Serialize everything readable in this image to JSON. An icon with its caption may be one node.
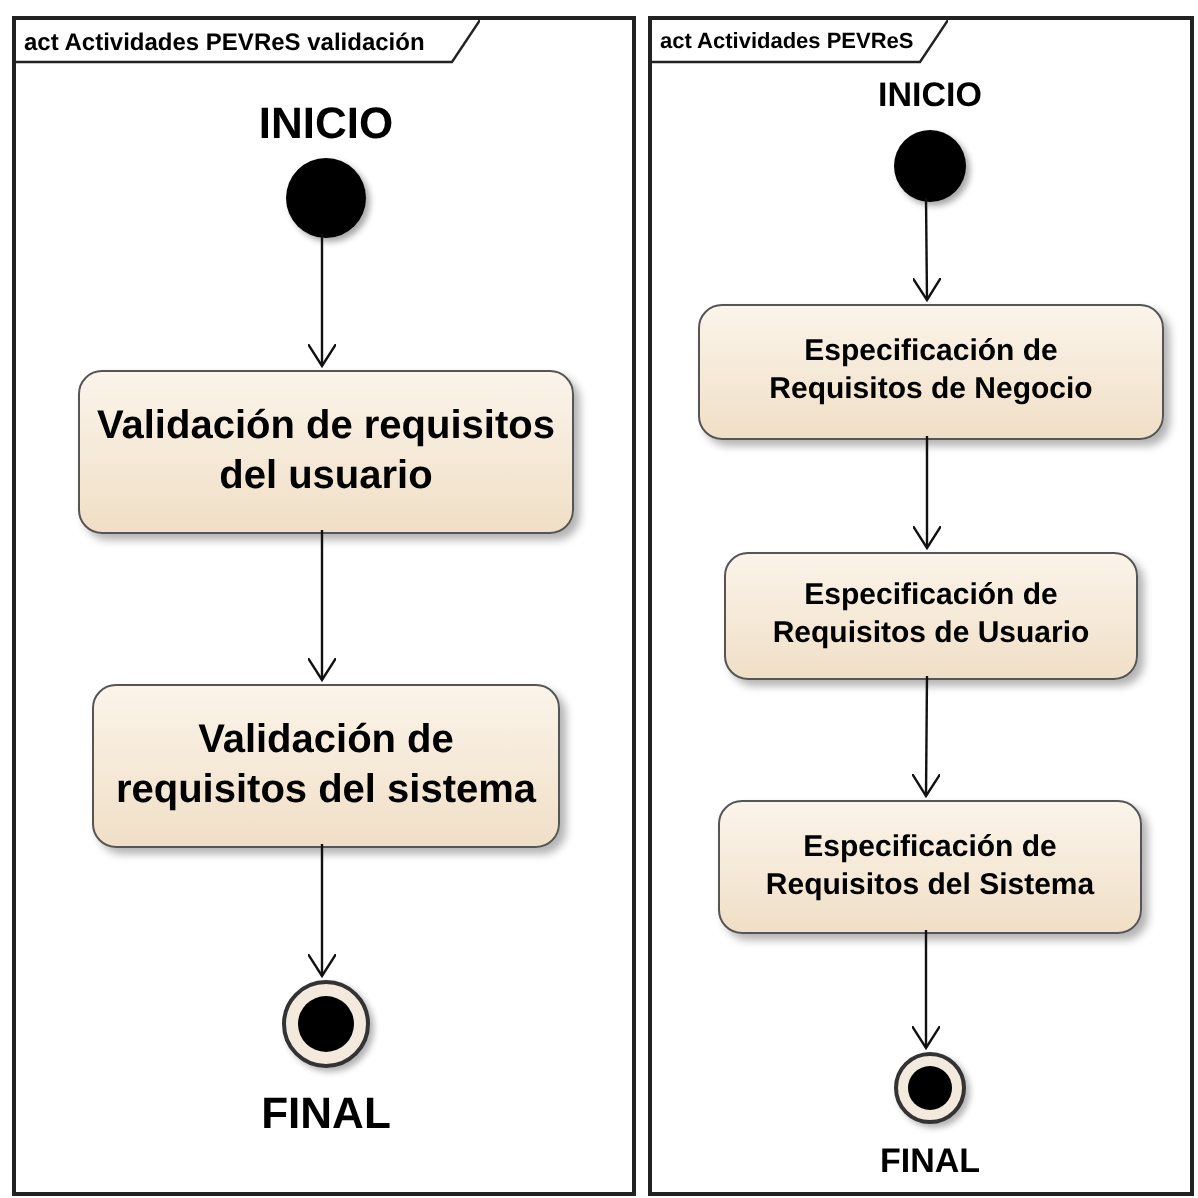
{
  "diagram": {
    "nodes": [
      {
        "text": [
          "act Actividades PEVReS validación"
        ]
      },
      {
        "text": [],
        "shape": "circle",
        "in": 0,
        "beside": [
          "INICIO"
        ]
      },
      {
        "text": [
          "Validación de requisitos del usuario"
        ],
        "in": 0
      },
      {
        "text": [
          "Validación de requisitos del sistema"
        ],
        "in": 0
      },
      {
        "text": [],
        "shape": "circle",
        "in": 0,
        "beside": [
          "FINAL"
        ]
      },
      {
        "text": [
          "act Actividades PEVReS"
        ]
      },
      {
        "text": [],
        "shape": "circle",
        "in": 5,
        "beside": [
          "INICIO"
        ]
      },
      {
        "text": [
          "Especificación de Requisitos de Negocio"
        ],
        "in": 5
      },
      {
        "text": [
          "Especificación de Requisitos de Usuario"
        ],
        "in": 5
      },
      {
        "text": [
          "Especificación de Requisitos del Sistema"
        ],
        "in": 5
      },
      {
        "text": [],
        "shape": "circle",
        "in": 5,
        "beside": [
          "FINAL"
        ]
      }
    ],
    "edges": [
      {
        "from": 1,
        "to": 2,
        "arrow": "to"
      },
      {
        "from": 2,
        "to": 3,
        "arrow": "to"
      },
      {
        "from": 3,
        "to": 4,
        "arrow": "to"
      },
      {
        "from": 6,
        "to": 7,
        "arrow": "to"
      },
      {
        "from": 7,
        "to": 8,
        "arrow": "to"
      },
      {
        "from": 8,
        "to": 9,
        "arrow": "to"
      },
      {
        "from": 9,
        "to": 10,
        "arrow": "to"
      }
    ]
  }
}
